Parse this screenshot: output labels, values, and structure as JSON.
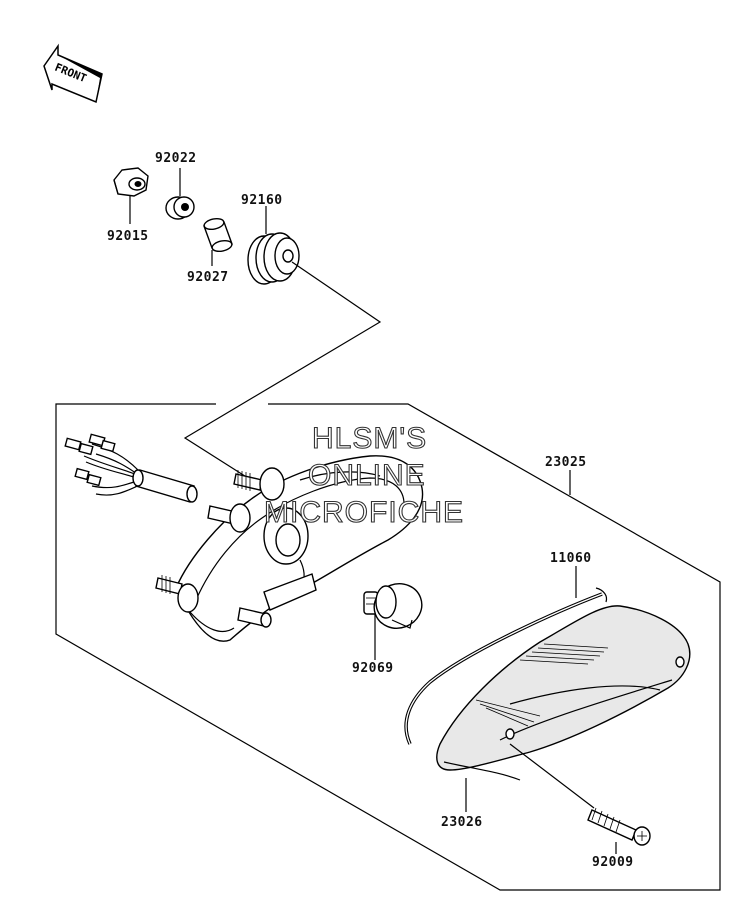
{
  "direction_marker": {
    "label": "FRONT",
    "icon": "front-arrow-icon"
  },
  "watermark": {
    "lines": [
      "HLSM'S",
      "ONLINE",
      "MICROFICHE"
    ]
  },
  "parts": {
    "p92022": "92022",
    "p92015": "92015",
    "p92027": "92027",
    "p92160": "92160",
    "p23025": "23025",
    "p11060": "11060",
    "p92069": "92069",
    "p23026": "23026",
    "p92009": "92009"
  }
}
